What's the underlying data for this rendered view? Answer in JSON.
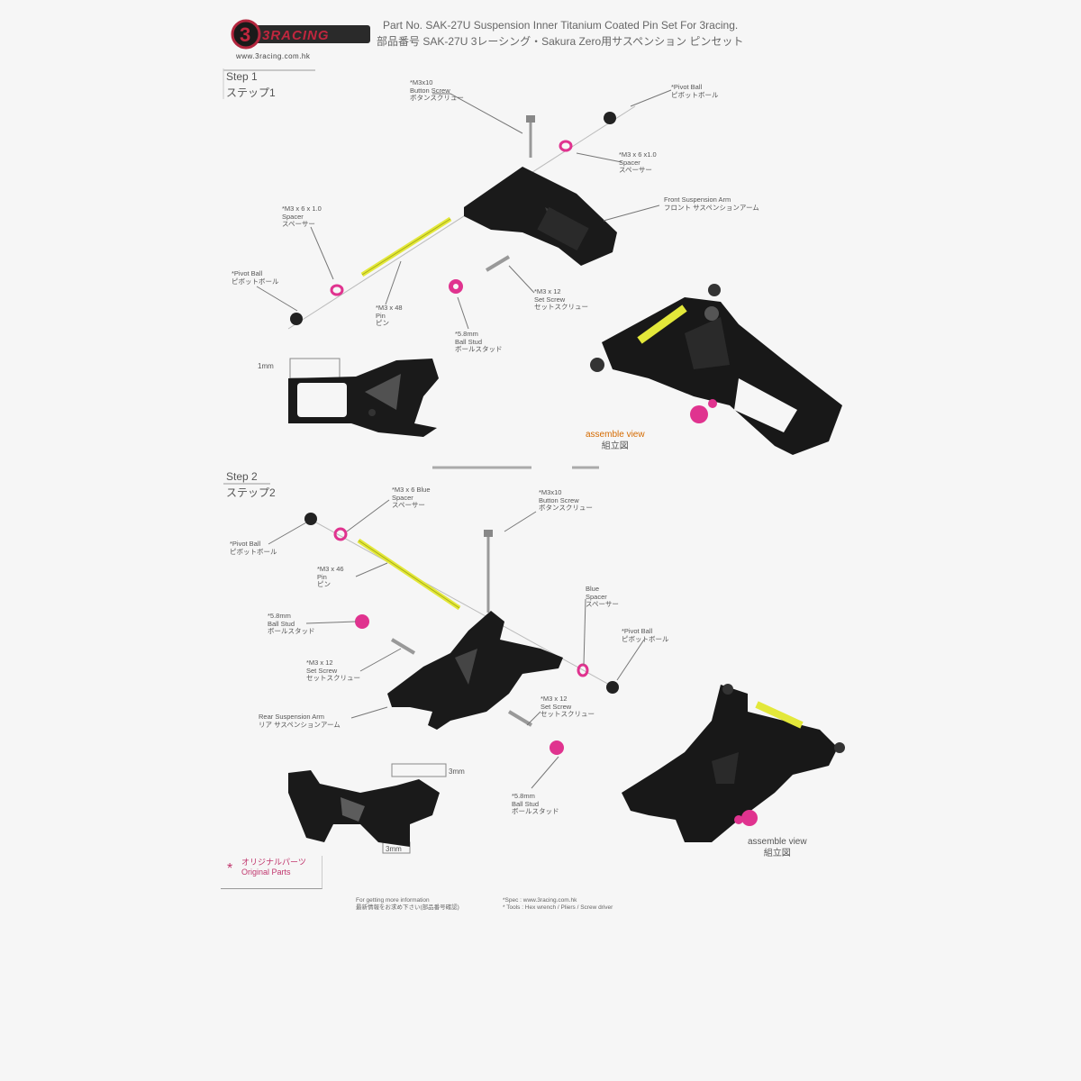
{
  "header": {
    "brand": "3RACING",
    "url": "www.3racing.com.hk",
    "title_en": "Part No.  SAK-27U Suspension Inner Titanium Coated Pin Set For 3racing.",
    "title_jp": "部品番号  SAK-27U 3レーシング・Sakura Zero用サスペンション ピンセット"
  },
  "step1": {
    "title": "Step 1",
    "title_jp": "ステップ1",
    "labels": {
      "button_screw": [
        "*M3x10",
        "Button Screw",
        "ボタンスクリュー"
      ],
      "pivot_ball_right": [
        "*Pivot Ball",
        "ピボットボール"
      ],
      "spacer_top": [
        "*M3 x 6 x1.0",
        "Spacer",
        "スペーサー"
      ],
      "front_arm": [
        "Front Suspension Arm",
        "フロント サスペンションアーム"
      ],
      "spacer_left": [
        "*M3 x 6 x 1.0",
        "Spacer",
        "スペーサー"
      ],
      "pivot_ball_left": [
        "*Pivot Ball",
        "ピボットボール"
      ],
      "pin": [
        "*M3 x 48",
        "Pin",
        "ピン"
      ],
      "set_screw": [
        "*M3 x 12",
        "Set Screw",
        "セットスクリュー"
      ],
      "ball_stud": [
        "*5.8mm",
        "Ball Stud",
        "ボールスタッド"
      ]
    },
    "dim": "1mm",
    "assembled_view": "assemble view",
    "assembled_view_jp": "組立図"
  },
  "step2": {
    "title": "Step 2",
    "title_jp": "ステップ2",
    "labels": {
      "spacer_blue": [
        "*M3 x 6 Blue",
        "Spacer",
        "スペーサー"
      ],
      "button_screw": [
        "*M3x10",
        "Button Screw",
        "ボタンスクリュー"
      ],
      "pivot_ball": [
        "*Pivot Ball",
        "ピボットボール"
      ],
      "pin": [
        "*M3 x 46",
        "Pin",
        "ピン"
      ],
      "spacer_mid": [
        "Blue",
        "Spacer",
        "スペーサー"
      ],
      "ball_stud_left": [
        "*5.8mm",
        "Ball Stud",
        "ボールスタッド"
      ],
      "pivot_ball_right": [
        "*Pivot Ball",
        "ピボットボール"
      ],
      "set_screw_left": [
        "*M3 x 12",
        "Set Screw",
        "セットスクリュー"
      ],
      "set_screw_right": [
        "*M3 x 12",
        "Set Screw",
        "セットスクリュー"
      ],
      "rear_arm": [
        "Rear Suspension Arm",
        "リア サスペンションアーム"
      ],
      "ball_stud_right": [
        "*5.8mm",
        "Ball Stud",
        "ボールスタッド"
      ]
    },
    "dim_top": "3mm",
    "dim_bottom": "3mm",
    "assembled_view": "assemble view",
    "assembled_view_jp": "組立図"
  },
  "original_parts": {
    "jp": "オリジナルパーツ",
    "en": "Original Parts"
  },
  "footer": {
    "left1": "For getting more information",
    "left2": "最新情報をお求め下さい(部品番号確認)",
    "right1": "*Spec : www.3racing.com.hk",
    "right2": "* Tools : Hex wrench / Pliers / Screw driver"
  },
  "colors": {
    "pin": "#e3e83a",
    "anodized": "#e0338f",
    "part": "#151515"
  }
}
